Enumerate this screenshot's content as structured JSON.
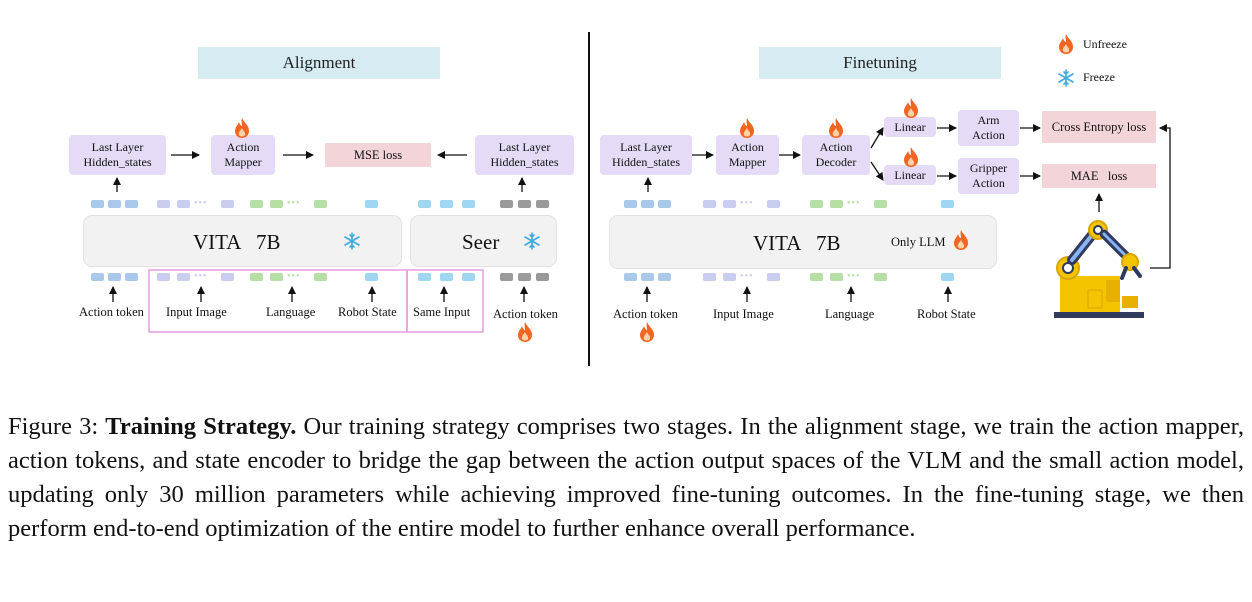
{
  "figure": {
    "legend": {
      "unfreeze": "Unfreeze",
      "freeze": "Freeze"
    },
    "alignment": {
      "title": "Alignment",
      "hidden_left": "Last Layer\nHidden_states",
      "mapper": "Action\nMapper",
      "loss": "MSE loss",
      "hidden_right": "Last Layer\nHidden_states",
      "vita": "VITA   7B",
      "seer": "Seer",
      "inputs": {
        "action_token": "Action token",
        "input_image": "Input Image",
        "language": "Language",
        "robot_state": "Robot State",
        "same_input": "Same Input",
        "action_token_right": "Action token"
      }
    },
    "finetuning": {
      "title": "Finetuning",
      "hidden": "Last Layer\nHidden_states",
      "mapper": "Action\nMapper",
      "decoder": "Action\nDecoder",
      "linear_top": "Linear",
      "linear_bottom": "Linear",
      "arm": "Arm\nAction",
      "gripper": "Gripper\nAction",
      "ce_loss": "Cross Entropy loss",
      "mae_loss": "MAE   loss",
      "vita": "VITA   7B",
      "only_llm": "Only LLM",
      "inputs": {
        "action_token": "Action token",
        "input_image": "Input Image",
        "language": "Language",
        "robot_state": "Robot State"
      }
    },
    "colors": {
      "stage_title_bg": "#d6ebf2",
      "proc_box": "#e6dbf6",
      "loss_box": "#f3d5d9",
      "model_bg": "#f2f2f2",
      "fire": "#f26522",
      "freeze": "#3fa9e0"
    },
    "icons": [
      "fire-icon",
      "snowflake-icon",
      "robot-arm-icon"
    ]
  },
  "caption": {
    "prefix": "Figure 3: ",
    "bold": "Training Strategy.",
    "text": " Our training strategy comprises two stages. In the alignment stage, we train the action mapper, action tokens, and state encoder to bridge the gap between the action output spaces of the VLM and the small action model, updating only 30 million parameters while achieving improved fine-tuning outcomes. In the fine-tuning stage, we then perform end-to-end optimization of the entire model to further enhance overall performance."
  }
}
